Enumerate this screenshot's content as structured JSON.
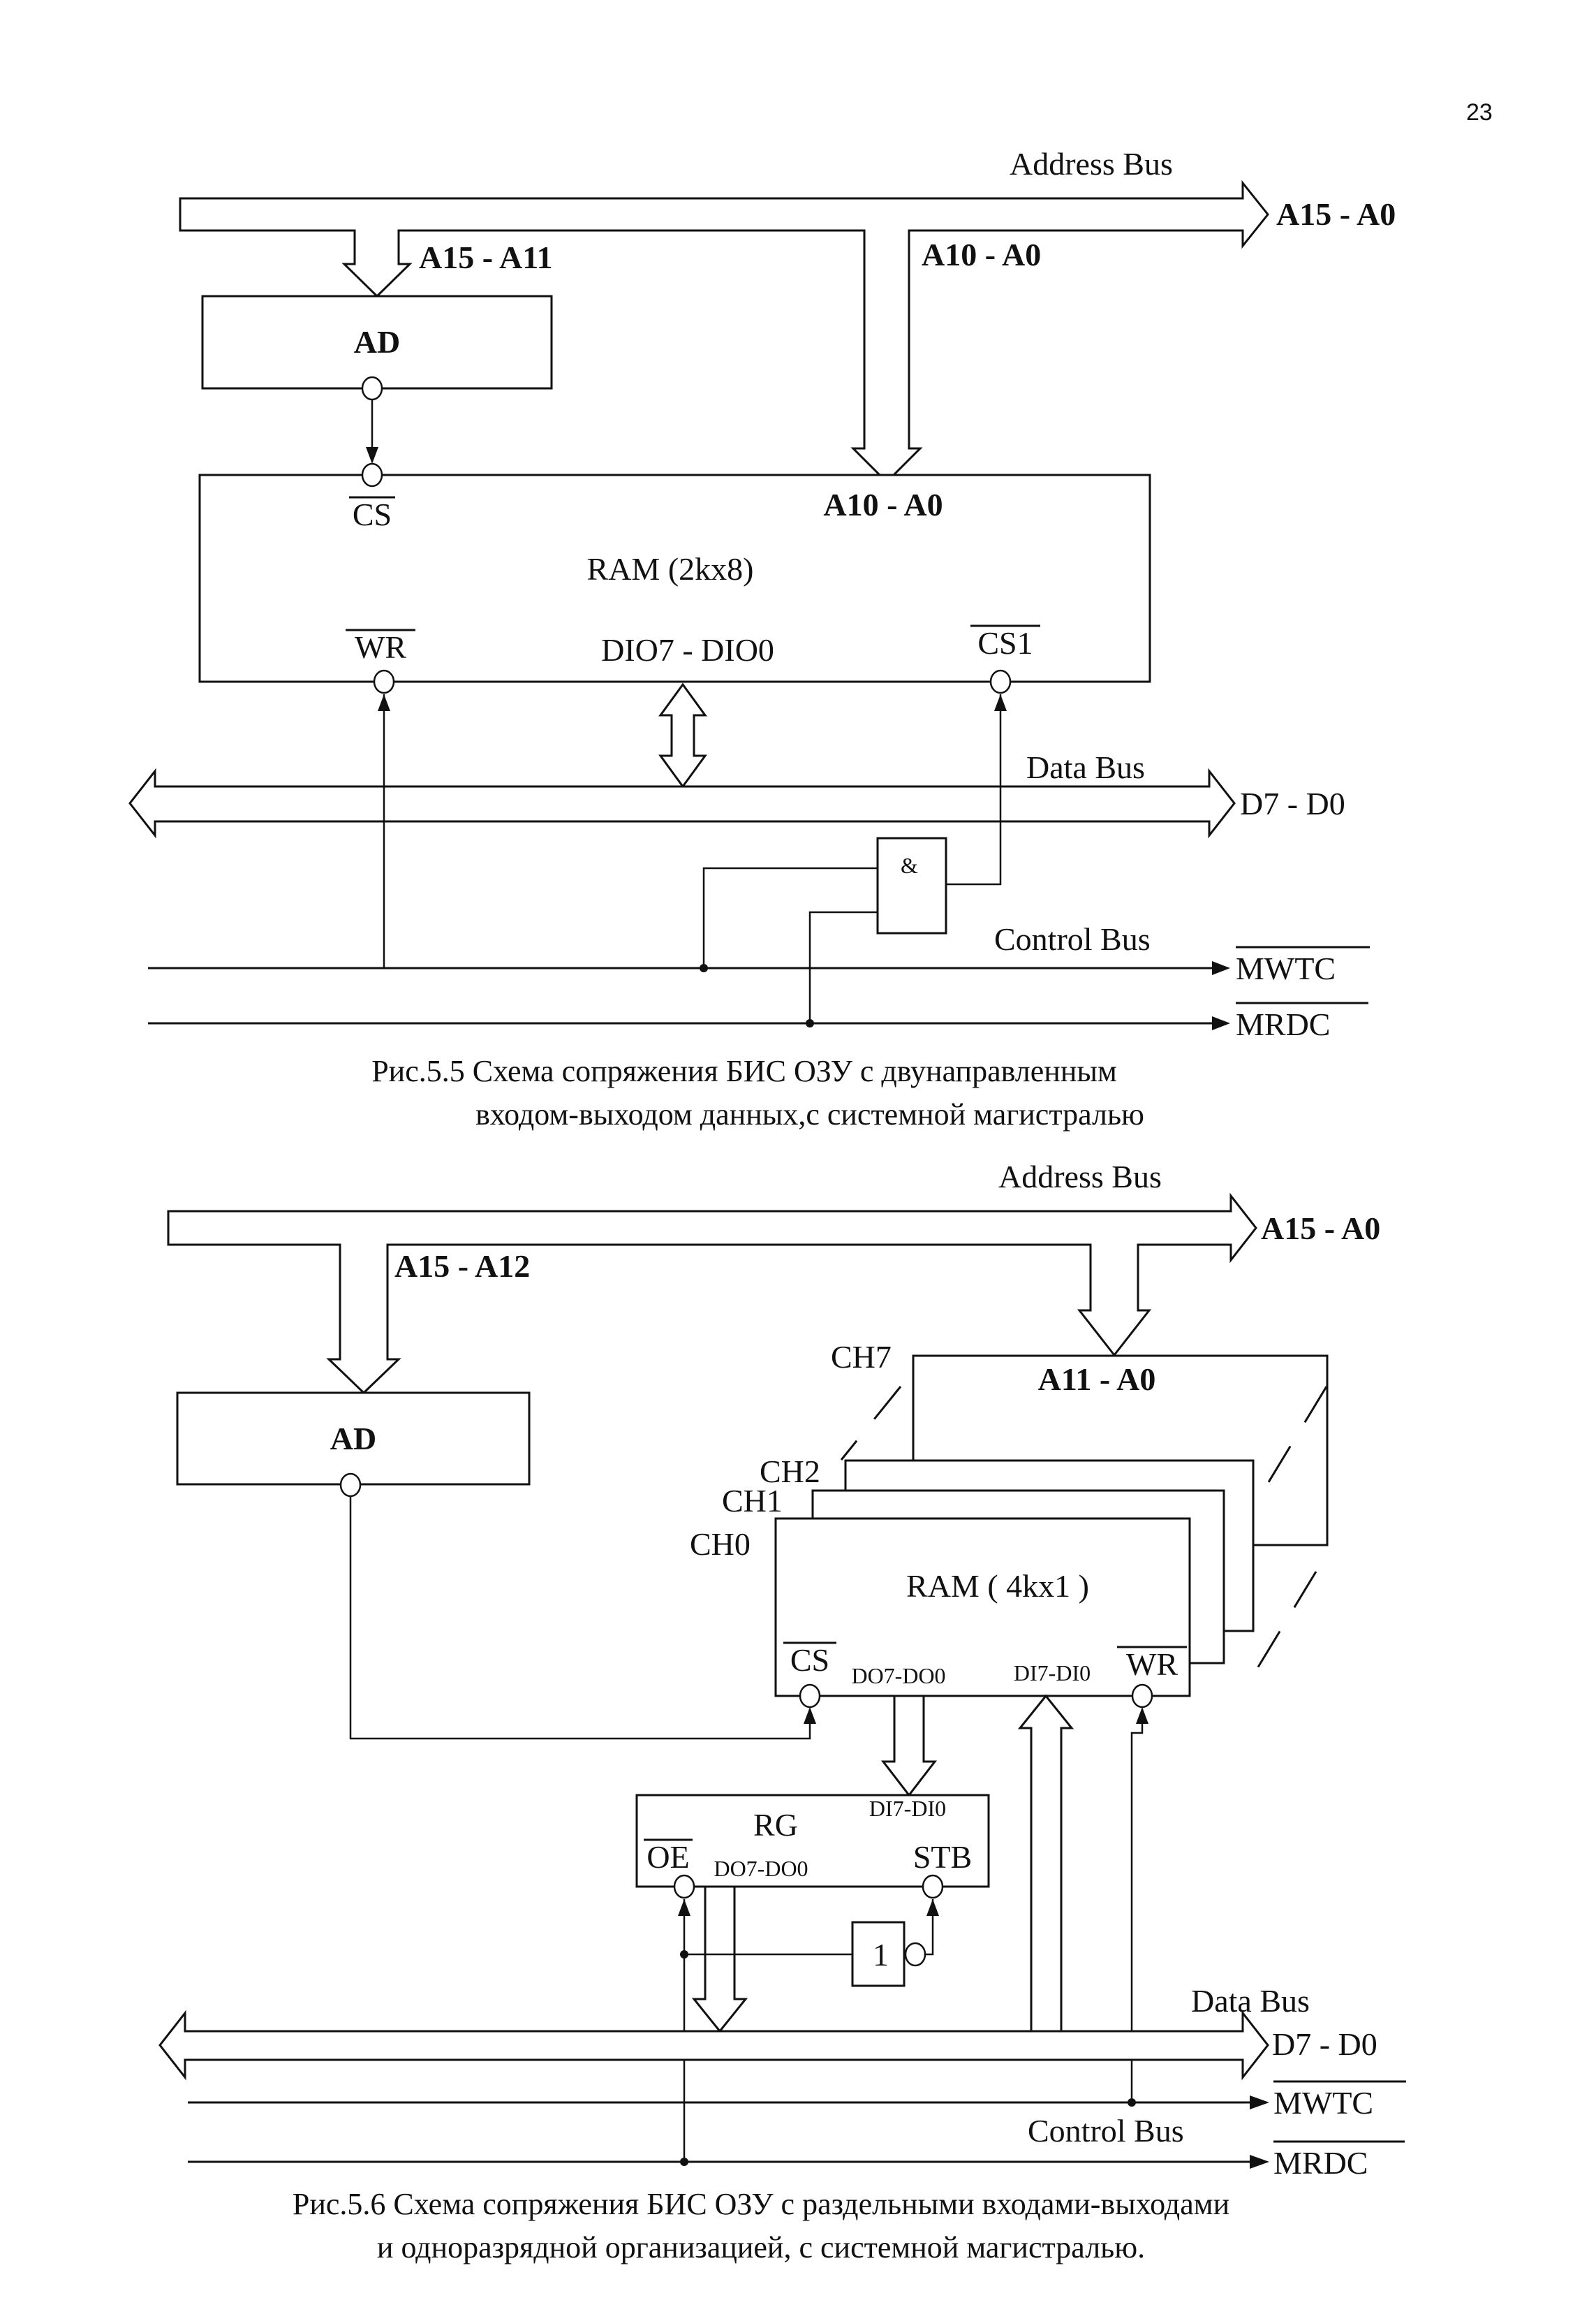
{
  "page": {
    "number": "23"
  },
  "fig55": {
    "address_bus_label": "Address Bus",
    "address_bus_range": "A15 - A0",
    "ad_tap_label": "A15 - A11",
    "ram_tap_label": "A10 - A0",
    "ad_block": "AD",
    "ram_block": "RAM (2kx8)",
    "ram_addr_label": "A10 - A0",
    "cs_label": "CS",
    "wr_label": "WR",
    "dio_label": "DIO7 - DIO0",
    "cs1_label": "CS1",
    "data_bus_label": "Data Bus",
    "data_bus_range": "D7 - D0",
    "and_gate": "&",
    "control_bus_label": "Control Bus",
    "mwtc": "MWTC",
    "mrdc": "MRDC",
    "caption_line1": "Рис.5.5 Схема сопряжения БИС ОЗУ с двунаправленным",
    "caption_line2": "входом-выходом данных,с системной магистралью"
  },
  "fig56": {
    "address_bus_label": "Address Bus",
    "address_bus_range": "A15 - A0",
    "ad_tap_label": "A15 - A12",
    "ad_block": "AD",
    "chip_labels": [
      "CH7",
      "CH2",
      "CH1",
      "CH0"
    ],
    "ram_addr_label": "A11 - A0",
    "ram_block": "RAM ( 4kx1 )",
    "cs_label": "CS",
    "do_label": "DO7-DO0",
    "di_label": "DI7-DI0",
    "wr_label": "WR",
    "rg_block": "RG",
    "rg_di_label": "DI7-DI0",
    "rg_oe_label": "OE",
    "rg_do_label": "DO7-DO0",
    "rg_stb_label": "STB",
    "not_gate": "1",
    "data_bus_label": "Data Bus",
    "data_bus_range": "D7 - D0",
    "control_bus_label": "Control Bus",
    "mwtc": "MWTC",
    "mrdc": "MRDC",
    "caption_line1": "Рис.5.6 Схема сопряжения БИС ОЗУ с раздельными входами-выходами",
    "caption_line2": "и одноразрядной организацией, с системной магистралью."
  }
}
